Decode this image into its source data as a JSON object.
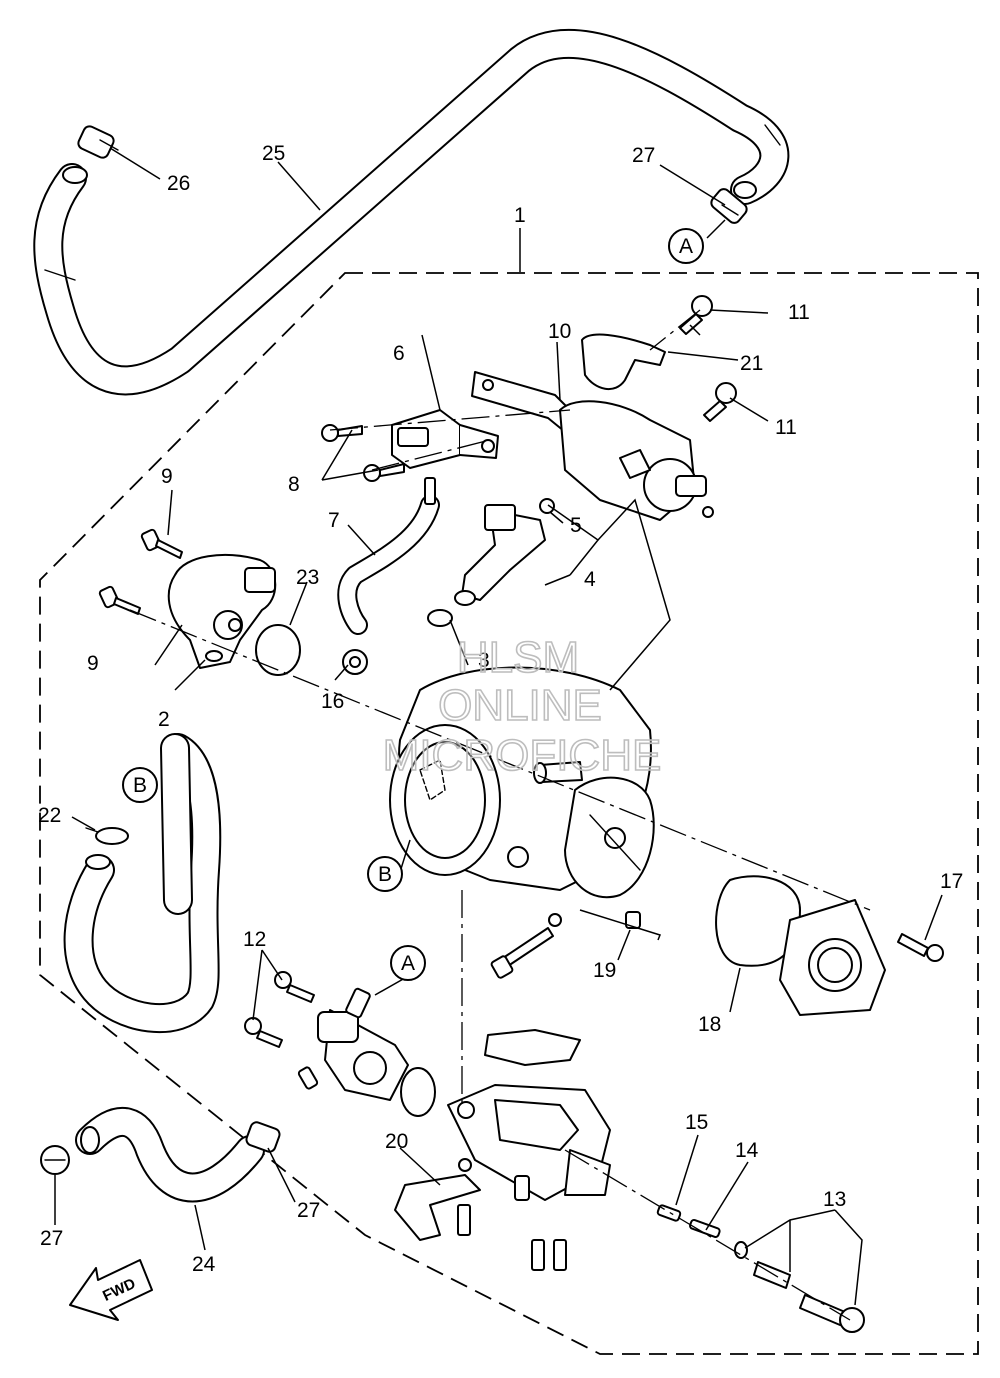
{
  "diagram": {
    "callouts": [
      "1",
      "2",
      "3",
      "4",
      "5",
      "6",
      "7",
      "8",
      "9",
      "9",
      "10",
      "11",
      "11",
      "12",
      "13",
      "14",
      "15",
      "16",
      "17",
      "18",
      "19",
      "20",
      "21",
      "22",
      "23",
      "24",
      "25",
      "26",
      "27",
      "27",
      "27"
    ],
    "references": [
      "A",
      "A",
      "B",
      "B"
    ],
    "direction_label": "FWD",
    "watermark": [
      "HLSM",
      "ONLINE",
      "MICROFICHE"
    ]
  }
}
